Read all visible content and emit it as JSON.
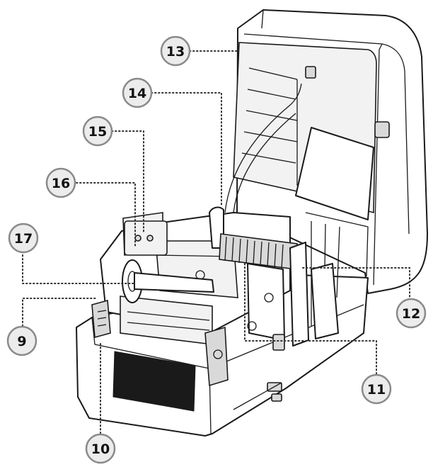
{
  "diagram": {
    "callouts": [
      {
        "id": "13",
        "label": "13"
      },
      {
        "id": "14",
        "label": "14"
      },
      {
        "id": "15",
        "label": "15"
      },
      {
        "id": "16",
        "label": "16"
      },
      {
        "id": "17",
        "label": "17"
      },
      {
        "id": "9",
        "label": "9"
      },
      {
        "id": "12",
        "label": "12"
      },
      {
        "id": "11",
        "label": "11"
      },
      {
        "id": "10",
        "label": "10"
      }
    ]
  }
}
